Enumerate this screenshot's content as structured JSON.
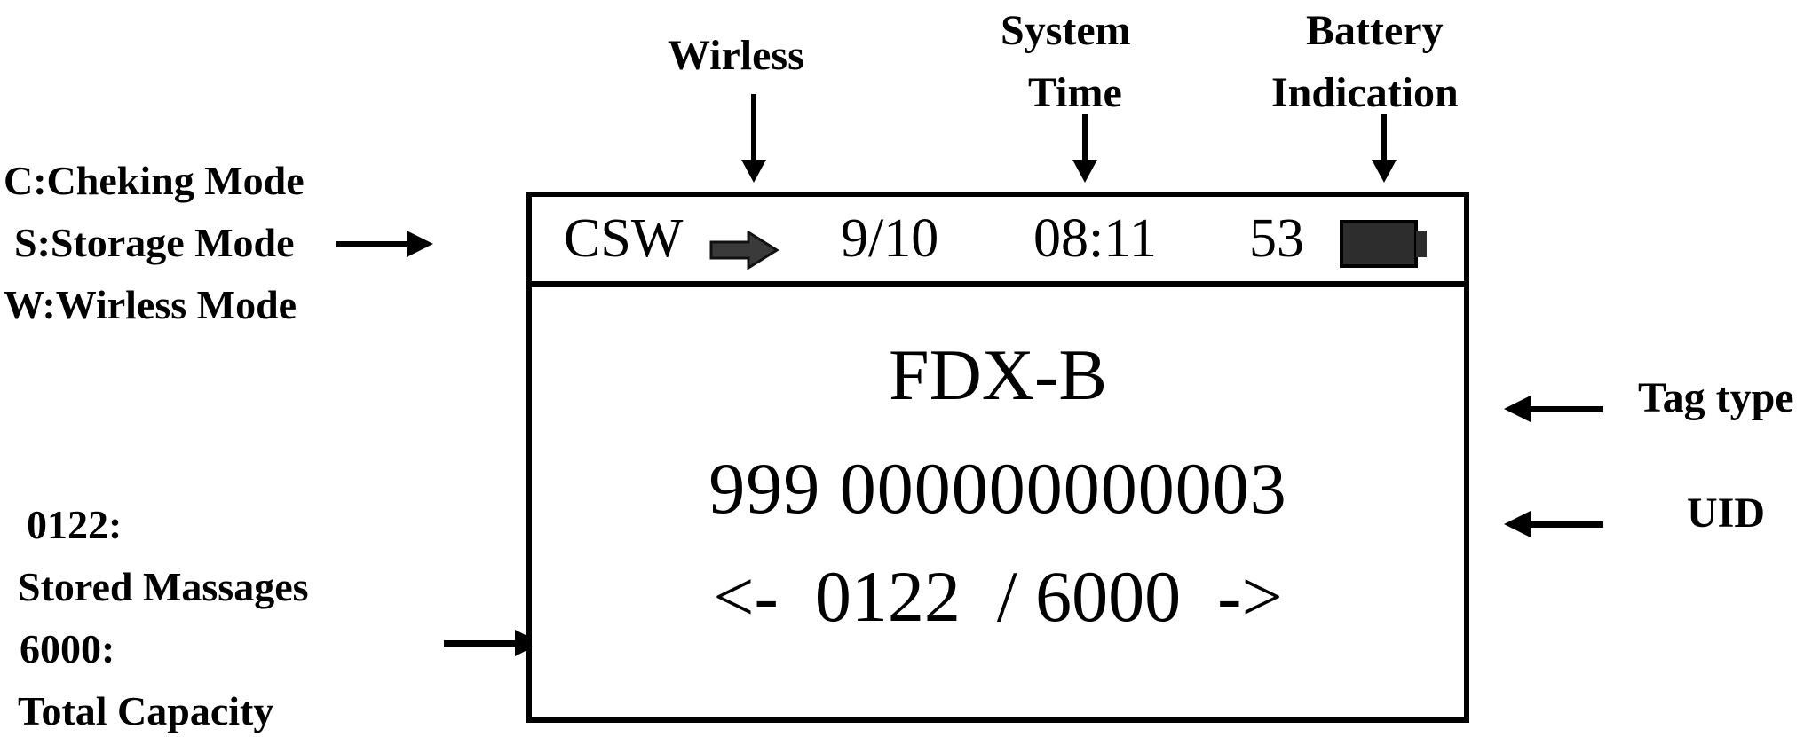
{
  "device": {
    "screen_label": "rfid-reader-lcd",
    "status_bar": {
      "mode_flags": "CSW",
      "wireless_icon": "arrow-right-icon",
      "date": "9/10",
      "time": "08:11",
      "battery_percent": "53",
      "battery_icon": "battery-full-icon"
    },
    "body": {
      "tag_type": "FDX-B",
      "uid": "999 000000000003",
      "record_nav": "<-  0122  / 6000  ->",
      "nav_prev": "<-",
      "nav_next": "->",
      "record_index": "0122",
      "record_separator": "/",
      "record_total": "6000"
    }
  },
  "annotations": {
    "mode_legend": {
      "line1": "C:Cheking Mode",
      "line2": "S:Storage Mode",
      "line3": "W:Wirless Mode"
    },
    "wireless": "Wirless",
    "system_time": {
      "line1": "System",
      "line2": "Time"
    },
    "battery_indication": {
      "line1": "Battery",
      "line2": "Indication"
    },
    "tag_type": "Tag type",
    "uid": "UID",
    "storage_legend": {
      "stored_value": "0122:",
      "stored_label": "Stored Massages",
      "total_value": "6000:",
      "total_label": "Total Capacity"
    }
  },
  "colors": {
    "ink": "#000000",
    "battery_fill": "#2d2d2d",
    "wireless_arrow": "#3a3a3a",
    "background": "#ffffff"
  }
}
